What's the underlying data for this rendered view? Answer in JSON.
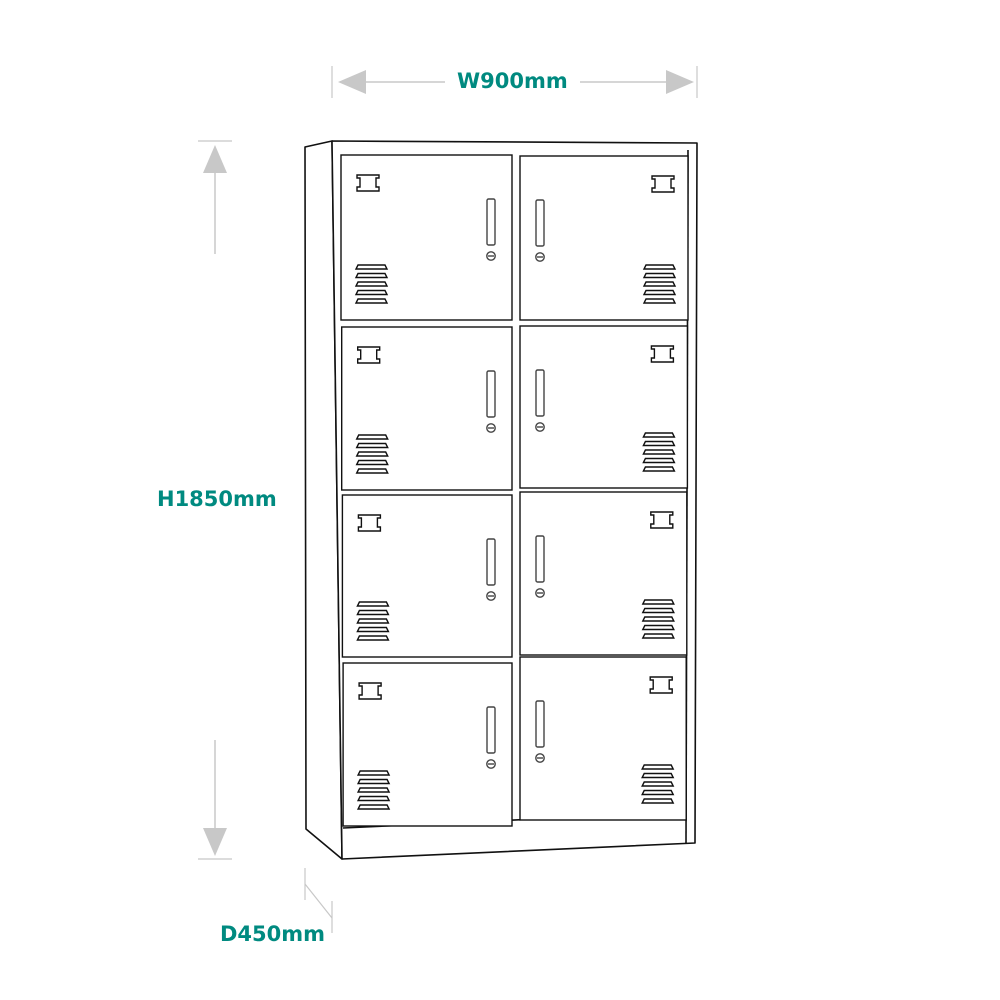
{
  "dimensions": {
    "width_label": "W900mm",
    "height_label": "H1850mm",
    "depth_label": "D450mm"
  },
  "colors": {
    "label": "#008a80",
    "dimension_line": "#c8c8c8",
    "outline": "#111111"
  },
  "cabinet": {
    "columns": 2,
    "rows": 4
  }
}
